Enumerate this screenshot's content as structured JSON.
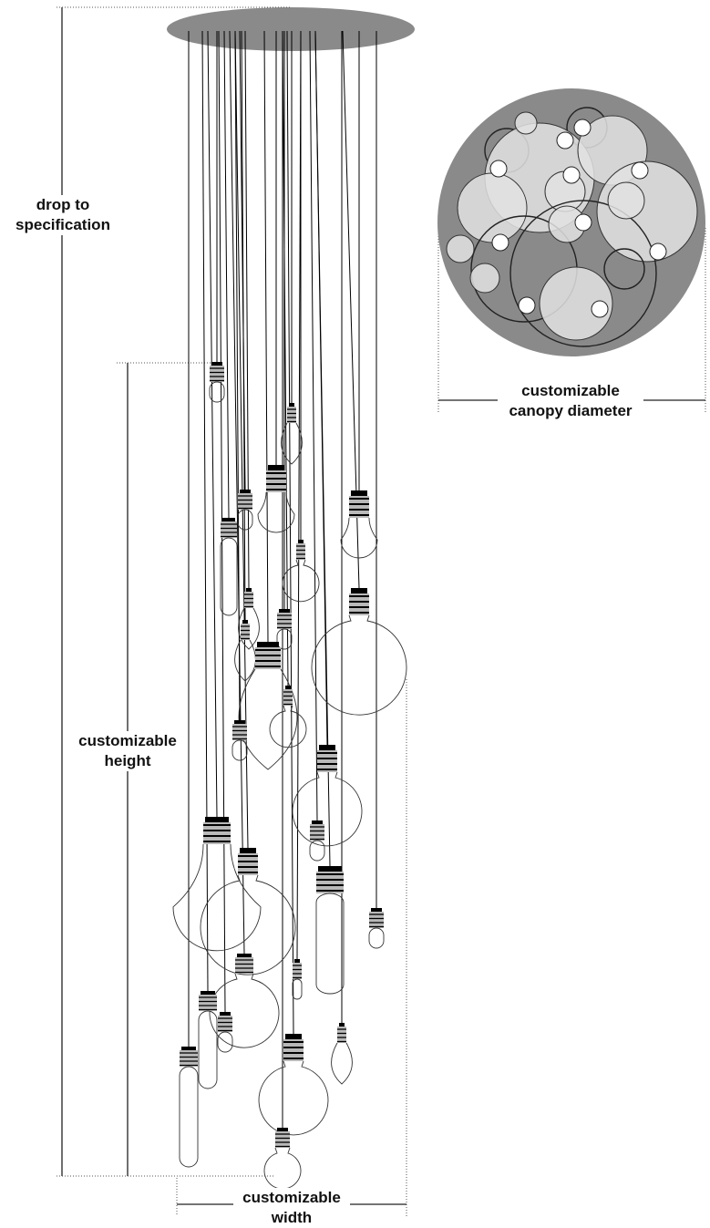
{
  "labels": {
    "drop": [
      "drop to",
      "specification"
    ],
    "height": [
      "customizable",
      "height"
    ],
    "width": [
      "customizable",
      "width"
    ],
    "canopy": [
      "customizable",
      "canopy diameter"
    ]
  },
  "colors": {
    "canopy_fill": "#8a8a8a",
    "bulb_cap": "#000000",
    "bulb_base": "#b9b9b9",
    "cord": "#000000",
    "glass_light": "#e2e2e2",
    "background": "#ffffff"
  },
  "bulbs": [
    {
      "shape": "tube",
      "size": "small"
    },
    {
      "shape": "teardrop",
      "size": "small"
    },
    {
      "shape": "a-lamp",
      "size": "medium"
    },
    {
      "shape": "tube",
      "size": "small"
    },
    {
      "shape": "tube",
      "size": "medium"
    },
    {
      "shape": "a-lamp",
      "size": "medium"
    },
    {
      "shape": "globe",
      "size": "small"
    },
    {
      "shape": "teardrop",
      "size": "small"
    },
    {
      "shape": "teardrop",
      "size": "small"
    },
    {
      "shape": "tube",
      "size": "small"
    },
    {
      "shape": "globe",
      "size": "large"
    },
    {
      "shape": "teardrop",
      "size": "medium"
    },
    {
      "shape": "globe",
      "size": "small"
    },
    {
      "shape": "tube",
      "size": "small"
    },
    {
      "shape": "globe",
      "size": "medium"
    },
    {
      "shape": "tube",
      "size": "small"
    },
    {
      "shape": "a-lamp",
      "size": "large"
    },
    {
      "shape": "globe",
      "size": "large"
    },
    {
      "shape": "tube",
      "size": "large"
    },
    {
      "shape": "tube",
      "size": "small"
    },
    {
      "shape": "globe",
      "size": "medium"
    },
    {
      "shape": "tube",
      "size": "medium"
    },
    {
      "shape": "tube",
      "size": "small"
    },
    {
      "shape": "teardrop",
      "size": "small"
    },
    {
      "shape": "tube",
      "size": "large"
    },
    {
      "shape": "globe",
      "size": "medium"
    },
    {
      "shape": "tube",
      "size": "small"
    },
    {
      "shape": "globe",
      "size": "small"
    }
  ],
  "canopy_circles": [
    {
      "shade": "dark"
    },
    {
      "shade": "dark"
    },
    {
      "shade": "light"
    },
    {
      "shade": "light"
    },
    {
      "shade": "light"
    },
    {
      "shade": "light"
    },
    {
      "shade": "dark"
    },
    {
      "shade": "light"
    },
    {
      "shade": "light"
    },
    {
      "shade": "light"
    },
    {
      "shade": "dark"
    },
    {
      "shade": "dark"
    },
    {
      "shade": "light"
    },
    {
      "shade": "light"
    },
    {
      "shade": "light"
    },
    {
      "shade": "light"
    }
  ]
}
